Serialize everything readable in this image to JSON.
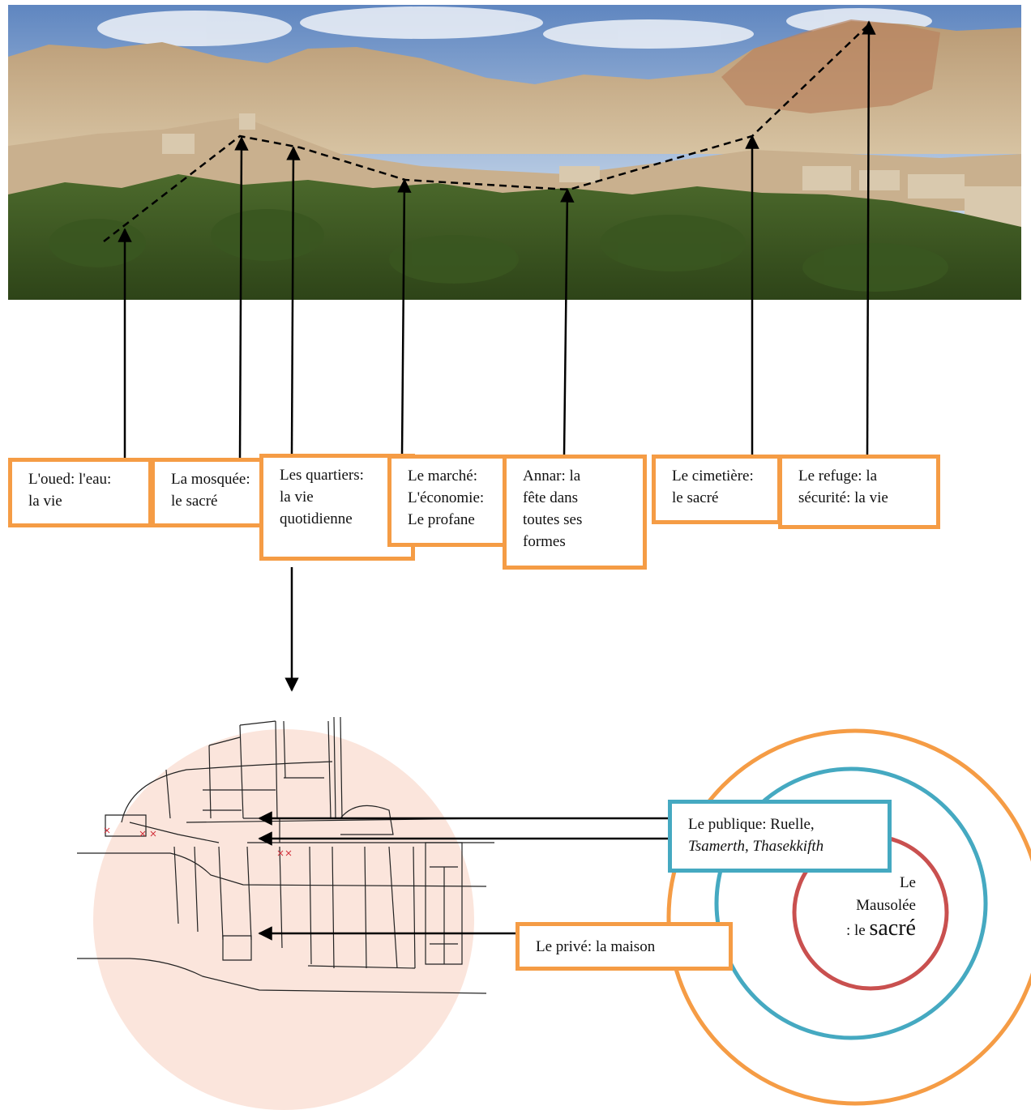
{
  "photo": {
    "description_icons": [
      "sky",
      "mountains",
      "village",
      "palm-grove"
    ]
  },
  "labels": {
    "oued": [
      "L'oued: l'eau:",
      "la vie"
    ],
    "mosquee": [
      "La mosquée:",
      "le sacré"
    ],
    "quartiers": [
      "Les quartiers:",
      "la vie",
      "quotidienne"
    ],
    "marche": [
      "Le marché:",
      "L'économie:",
      "Le profane"
    ],
    "annar": [
      "Annar: la",
      "fête dans",
      "toutes ses",
      "formes"
    ],
    "cimetiere": [
      "Le cimetière:",
      "le sacré"
    ],
    "refuge": [
      "Le refuge: la",
      "sécurité: la vie"
    ],
    "publique_line1": "Le publique: Ruelle,",
    "publique_tsamerth": "Tsamerth",
    "publique_sep": ", ",
    "publique_thasekkifth": "Thasekkifth",
    "prive": "Le privé: la maison",
    "mausolee": {
      "line1": "Le",
      "line2": "Mausolée",
      "line3_prefix": ": le ",
      "line3_big": "sacré"
    }
  },
  "colors": {
    "orange": "#f59c45",
    "teal": "#45a9c1",
    "red": "#c9504f",
    "pink_disc": "#fbe5dc"
  }
}
